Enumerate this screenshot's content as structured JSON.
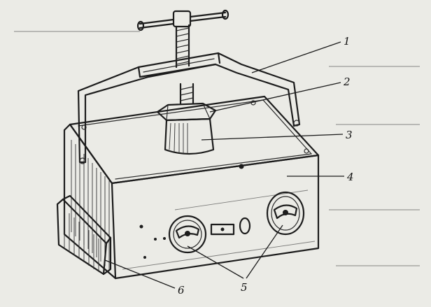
{
  "callouts": {
    "c1": "1",
    "c2": "2",
    "c3": "3",
    "c4": "4",
    "c5": "5",
    "c6": "6"
  },
  "colors": {
    "paper": "#ebebe6",
    "ink": "#1c1c1c"
  }
}
